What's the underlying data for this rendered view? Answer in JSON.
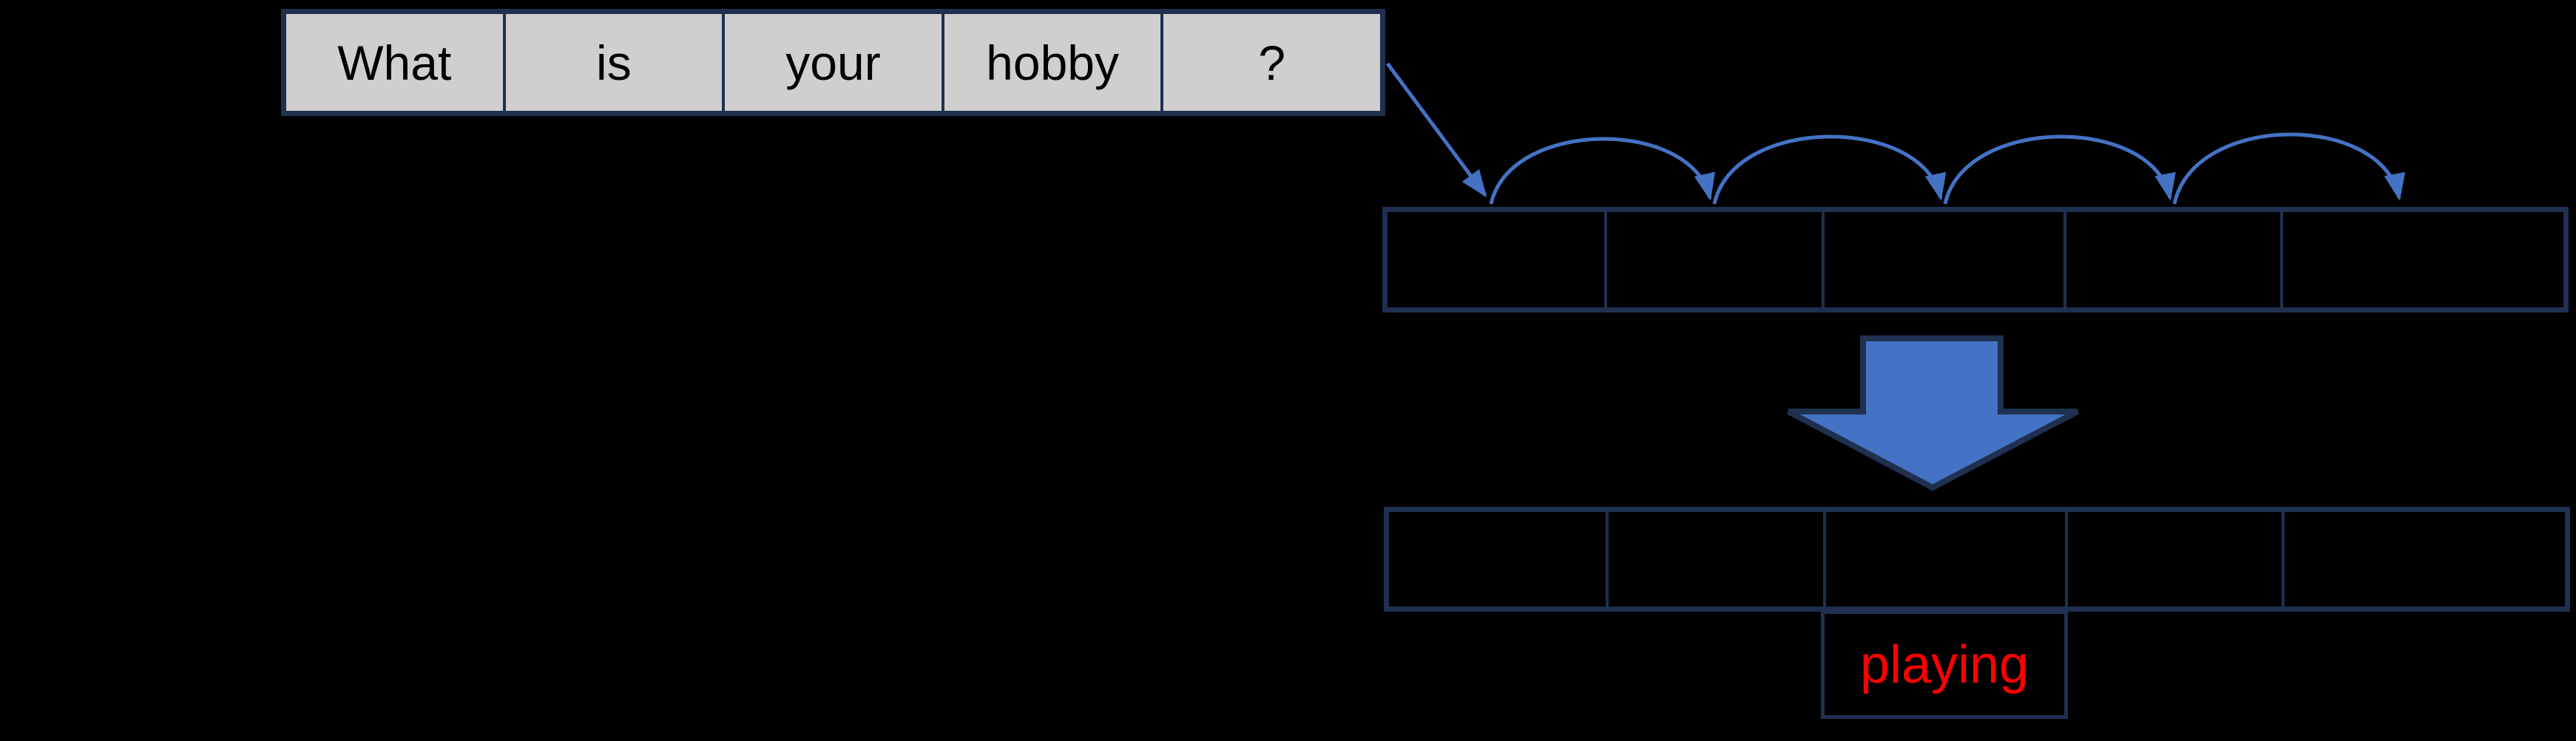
{
  "sentence_row": {
    "cells": [
      "What",
      "is",
      "your",
      "hobby",
      "?"
    ]
  },
  "encoder_row": {
    "cell_count": 5,
    "cells": [
      "",
      "",
      "",
      "",
      ""
    ]
  },
  "decoder_row": {
    "cell_count": 5,
    "cells": [
      "",
      "",
      "",
      "",
      ""
    ]
  },
  "output_word": {
    "label": "playing",
    "position": "below-decoder-cell-3"
  },
  "icons": {
    "connector": "diagonal-down-right-arrow-icon",
    "hops": "arc-hop-arrow-icon",
    "hop_count": 4,
    "transform": "block-down-arrow-icon"
  },
  "colors": {
    "background": "#000000",
    "word_box_fill": "#d0cece",
    "word_box_text": "#000000",
    "table_border": "#1f3050",
    "arrow_blue": "#4472c4",
    "block_arrow_fill": "#4472c4",
    "block_arrow_outline": "#1f3050",
    "output_text": "#ff0000"
  }
}
